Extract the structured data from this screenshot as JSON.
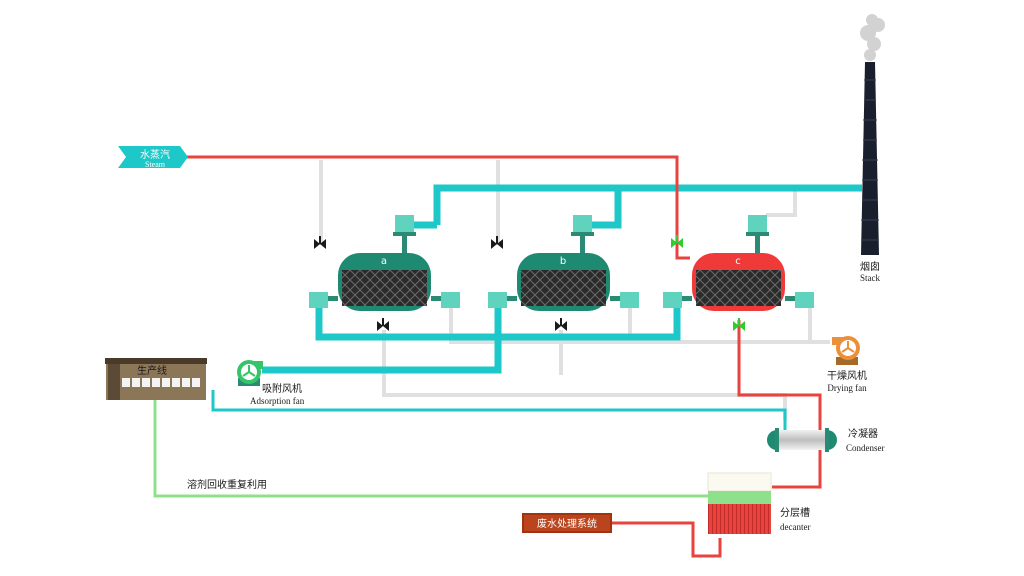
{
  "steam": {
    "label_cn": "水蒸汽",
    "label_en": "Steam"
  },
  "stack": {
    "label_cn": "烟囱",
    "label_en": "Stack"
  },
  "adsorbers": [
    {
      "id": "a",
      "state": "adsorbing"
    },
    {
      "id": "b",
      "state": "adsorbing"
    },
    {
      "id": "c",
      "state": "desorbing"
    }
  ],
  "production_line": {
    "label": "生产线"
  },
  "adsorption_fan": {
    "label_cn": "吸附风机",
    "label_en": "Adsorption fan"
  },
  "drying_fan": {
    "label_cn": "干燥风机",
    "label_en": "Drying fan"
  },
  "condenser": {
    "label_cn": "冷凝器",
    "label_en": "Condenser"
  },
  "decanter": {
    "label_cn": "分层槽",
    "label_en": "decanter"
  },
  "solvent_return": {
    "label": "溶剂回收重复利用"
  },
  "wastewater": {
    "label": "废水处理系统"
  },
  "colors": {
    "exhaust_line": "#1ec8c8",
    "steam_line": "#e8433e",
    "solvent_line": "#8fe08a",
    "bypass_line": "#e0e0e0",
    "vessel_active": "#1f8a72",
    "vessel_hot": "#f03a3a",
    "valve_open": "#2ecc2e",
    "valve_closed": "#1a1a1a"
  }
}
